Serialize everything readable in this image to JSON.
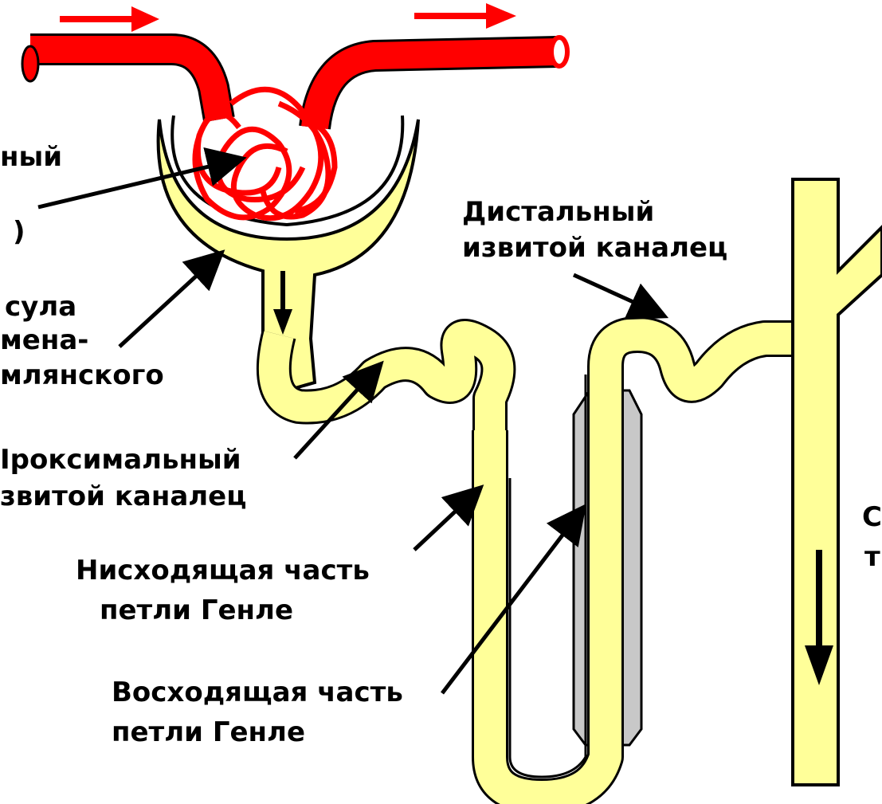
{
  "labels": {
    "glomerulus_line1": "ный",
    "glomerulus_line2": ")",
    "capsule_line1": "сула",
    "capsule_line2": "мена-",
    "capsule_line3": "млянского",
    "proximal_line1": "Іроксимальный",
    "proximal_line2": "звитой каналец",
    "descending_line1": "Нисходящая часть",
    "descending_line2": "петли Генле",
    "ascending_line1": "Восходящая часть",
    "ascending_line2": "петли Генле",
    "distal_line1": "Дистальный",
    "distal_line2": "извитой каналец",
    "collecting_line1": "С",
    "collecting_line2": "т"
  },
  "colors": {
    "vessel": "#ff0000",
    "tubule": "#ffff99",
    "interstitium": "#c8c8c8",
    "outline": "#000000"
  }
}
